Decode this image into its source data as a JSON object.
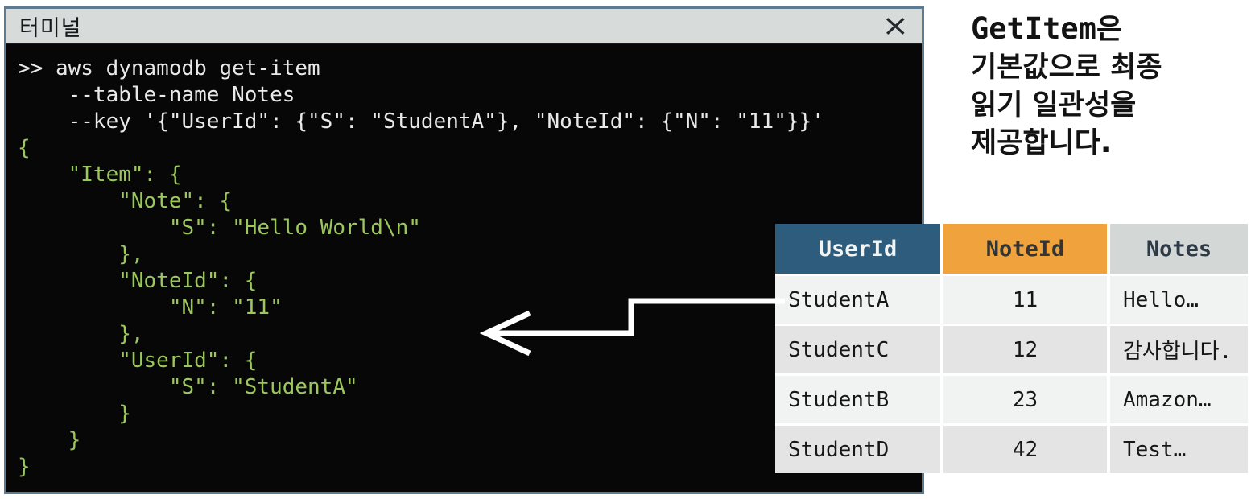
{
  "terminal": {
    "title": "터미널",
    "close_glyph": "×",
    "command_text": ">> aws dynamodb get-item\n    --table-name Notes\n    --key '{\"UserId\": {\"S\": \"StudentA\"}, \"NoteId\": {\"N\": \"11\"}}'",
    "output_text": "{\n    \"Item\": {\n        \"Note\": {\n            \"S\": \"Hello World\\n\"\n        },\n        \"NoteId\": {\n            \"N\": \"11\"\n        },\n        \"UserId\": {\n            \"S\": \"StudentA\"\n        }\n    }\n}",
    "colors": {
      "background": "#070707",
      "frame": "#5c7b91",
      "titlebar": "#d7dbda",
      "command_text": "#e9e9e9",
      "output_text": "#9cc75d"
    }
  },
  "annotation": {
    "code_word": "GetItem",
    "code_suffix": "은",
    "lines": [
      "기본값으로 최종",
      "읽기 일관성을",
      "제공합니다."
    ]
  },
  "table": {
    "columns": [
      {
        "label": "UserId",
        "header_color": "#2e5c7c"
      },
      {
        "label": "NoteId",
        "header_color": "#f0a33c"
      },
      {
        "label": "Notes",
        "header_color": "#d3d7d6"
      }
    ],
    "rows": [
      {
        "user_id": "StudentA",
        "note_id": "11",
        "notes": "Hello…"
      },
      {
        "user_id": "StudentC",
        "note_id": "12",
        "notes": "감사합니다."
      },
      {
        "user_id": "StudentB",
        "note_id": "23",
        "notes": "Amazon…"
      },
      {
        "user_id": "StudentD",
        "note_id": "42",
        "notes": "Test…"
      }
    ]
  },
  "arrow": {
    "direction": "left",
    "color": "#ffffff"
  }
}
